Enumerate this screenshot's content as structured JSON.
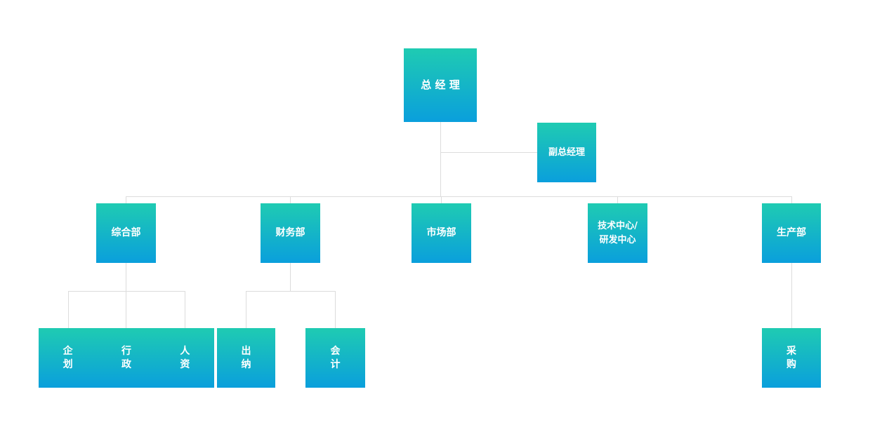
{
  "colors": {
    "background": "#ffffff",
    "box_gradient_top": "#1fcbb2",
    "box_gradient_bottom": "#0a9fdc",
    "line": "#dcdcdc",
    "text": "#ffffff"
  },
  "org": {
    "root": {
      "label": "总 经 理"
    },
    "deputy": {
      "label": "副总经理"
    },
    "level2": {
      "general": {
        "label": "综合部"
      },
      "finance": {
        "label": "财务部"
      },
      "marketing": {
        "label": "市场部"
      },
      "tech": {
        "label": "技术中心/\n研发中心"
      },
      "production": {
        "label": "生产部"
      }
    },
    "level3": {
      "planning": {
        "label": "企\n划"
      },
      "administration": {
        "label": "行\n政"
      },
      "hr": {
        "label": "人\n资"
      },
      "cashier": {
        "label": "出\n纳"
      },
      "accounting": {
        "label": "会\n计"
      },
      "purchasing": {
        "label": "采\n购"
      }
    }
  }
}
